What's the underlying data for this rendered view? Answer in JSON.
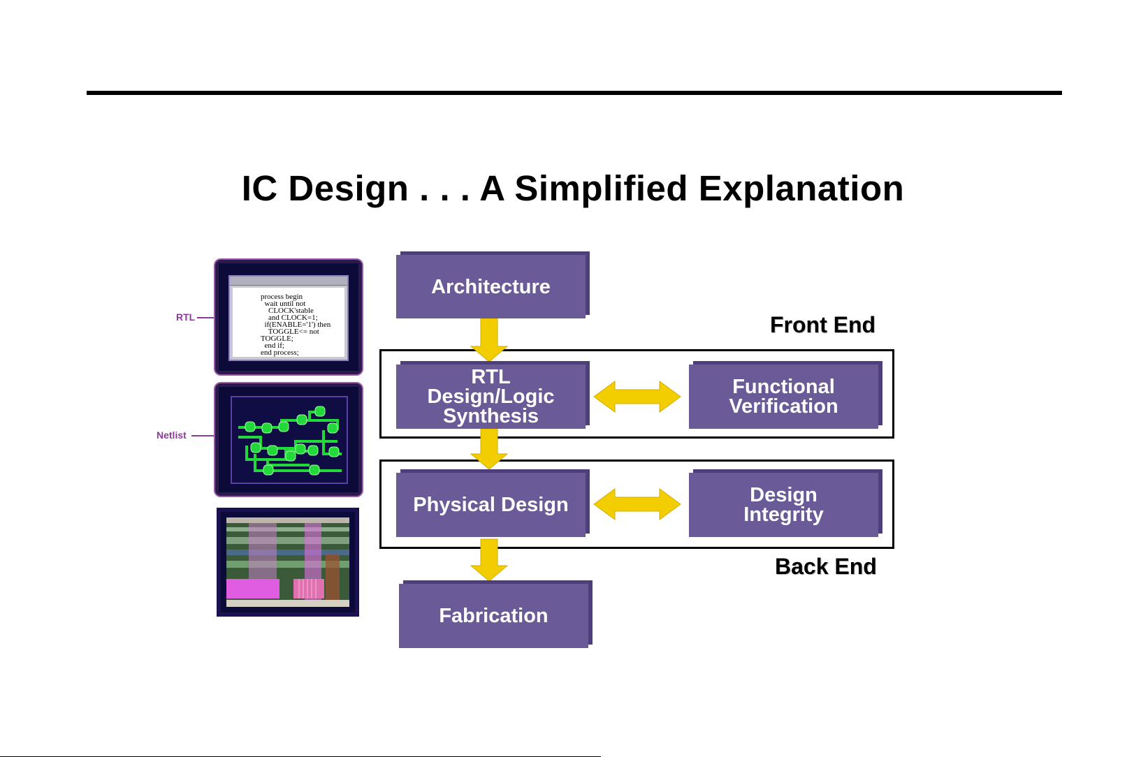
{
  "title": "IC Design . . . A Simplified Explanation",
  "sections": {
    "front_end": "Front End",
    "back_end": "Back End"
  },
  "steps": {
    "architecture": "Architecture",
    "rtl": [
      "RTL",
      "Design/Logic",
      "Synthesis"
    ],
    "functional_verification": [
      "Functional",
      "Verification"
    ],
    "physical_design": "Physical Design",
    "design_integrity": [
      "Design",
      "Integrity"
    ],
    "fabrication": "Fabrication"
  },
  "side_labels": {
    "rtl": "RTL",
    "netlist": "Netlist"
  },
  "rtl_code": "process begin\n  wait until not\n    CLOCK'stable\n    and CLOCK=1;\n  if(ENABLE='1') then\n    TOGGLE<= not\nTOGGLE;\n  end if;\nend process;",
  "colors": {
    "box": "#6a5a97",
    "box_shadow": "#4e3f7a",
    "arrow": "#f2cd00",
    "label_purple": "#8a3d96",
    "netlist_green": "#22d83a"
  }
}
